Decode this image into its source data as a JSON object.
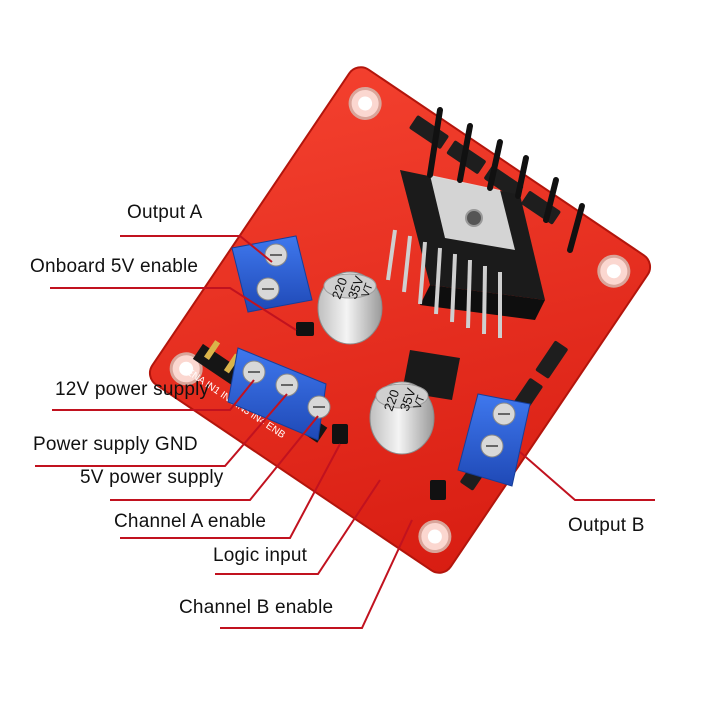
{
  "labels": {
    "output_a": "Output A",
    "onboard_5v_enable": "Onboard 5V enable",
    "power_12v": "12V power supply",
    "power_gnd": "Power supply GND",
    "power_5v": "5V power supply",
    "channel_a_enable": "Channel A enable",
    "logic_input": "Logic input",
    "channel_b_enable": "Channel B enable",
    "output_b": "Output B"
  },
  "components": {
    "capacitor_1": [
      "220",
      "35V",
      "VT"
    ],
    "capacitor_2": [
      "220",
      "35V",
      "VT"
    ],
    "header_pins": "ENA IN1 IN2 IN3 IN4 ENB"
  },
  "colors": {
    "pcb": "#e8271b",
    "terminal": "#2b5fd8",
    "heatsink": "#1a1a1a",
    "leader_line": "#c1121f"
  }
}
